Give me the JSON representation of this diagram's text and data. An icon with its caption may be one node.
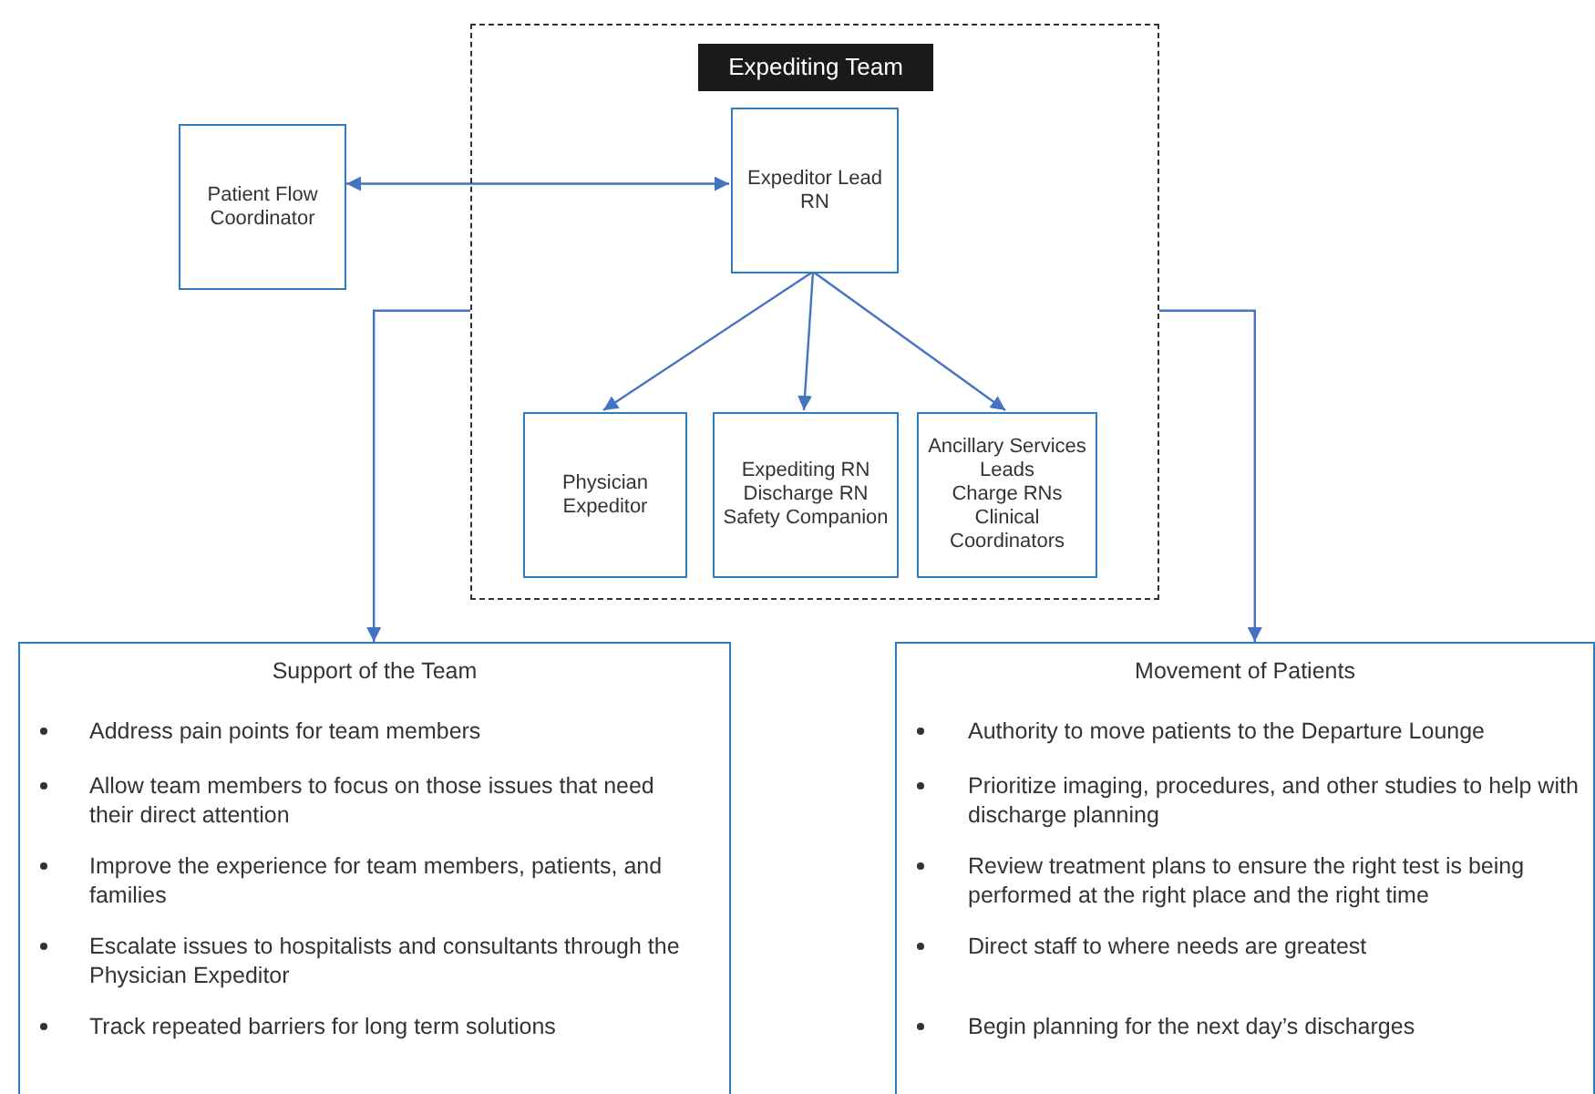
{
  "diagram": {
    "nodes": [
      {
        "text": [
          "Patient Flow Coordinator"
        ]
      },
      {
        "text": [
          "Expediting Team"
        ]
      },
      {
        "text": [
          "Expeditor Lead RN"
        ],
        "in": 1
      },
      {
        "text": [
          "Physician Expeditor"
        ],
        "in": 1
      },
      {
        "text": [
          "Expediting RN",
          "Discharge RN",
          "Safety Companion"
        ],
        "in": 1
      },
      {
        "text": [
          "Ancillary Services Leads",
          "Charge RNs",
          "Clinical Coordinators"
        ],
        "in": 1
      },
      {
        "text": [
          "Support of the Team",
          "Address pain points for team members",
          "Allow team members to focus on those issues that need their direct attention",
          "Improve the experience for team members, patients, and families",
          "Escalate issues to hospitalists and consultants through the Physician Expeditor",
          "Track repeated barriers for long term solutions"
        ]
      },
      {
        "text": [
          "Movement of Patients",
          "Authority to move patients to the Departure Lounge",
          "Prioritize imaging, procedures, and other studies to help with discharge planning",
          "Review treatment plans to ensure the right test is being performed at the right place and the right time",
          "Direct staff to where needs are greatest",
          "Begin planning for the next day’s discharges"
        ]
      }
    ],
    "edges": [
      {
        "from": 0,
        "to": 2,
        "arrow": "both"
      },
      {
        "from": 2,
        "to": 3,
        "arrow": "to"
      },
      {
        "from": 2,
        "to": 4,
        "arrow": "to"
      },
      {
        "from": 2,
        "to": 5,
        "arrow": "to"
      },
      {
        "from": 1,
        "to": 6,
        "arrow": "to"
      },
      {
        "from": 1,
        "to": 7,
        "arrow": "to"
      }
    ]
  }
}
